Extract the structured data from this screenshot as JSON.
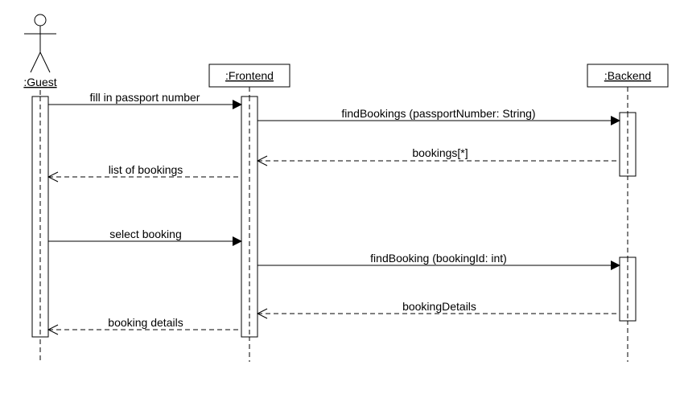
{
  "participants": [
    {
      "id": "guest",
      "label": ":Guest",
      "kind": "actor"
    },
    {
      "id": "frontend",
      "label": ":Frontend",
      "kind": "object"
    },
    {
      "id": "backend",
      "label": ":Backend",
      "kind": "object"
    }
  ],
  "messages": [
    {
      "label": "fill in passport number",
      "from": "guest",
      "to": "frontend",
      "style": "sync"
    },
    {
      "label": "findBookings (passportNumber: String)",
      "from": "frontend",
      "to": "backend",
      "style": "sync"
    },
    {
      "label": "bookings[*]",
      "from": "backend",
      "to": "frontend",
      "style": "return"
    },
    {
      "label": "list of bookings",
      "from": "frontend",
      "to": "guest",
      "style": "return"
    },
    {
      "label": "select booking",
      "from": "guest",
      "to": "frontend",
      "style": "sync"
    },
    {
      "label": "findBooking (bookingId: int)",
      "from": "frontend",
      "to": "backend",
      "style": "sync"
    },
    {
      "label": "bookingDetails",
      "from": "backend",
      "to": "frontend",
      "style": "return"
    },
    {
      "label": "booking details",
      "from": "frontend",
      "to": "guest",
      "style": "return"
    }
  ]
}
